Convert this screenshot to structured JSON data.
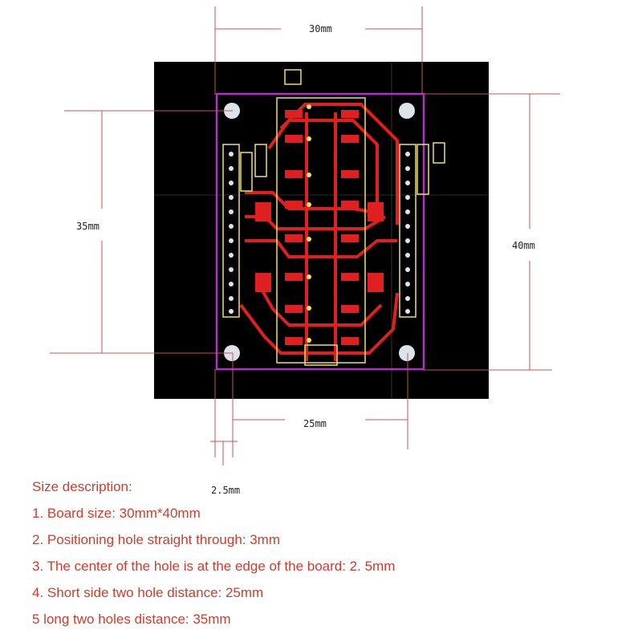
{
  "colors": {
    "board": "#000000",
    "outline": "#b030c8",
    "trace": "#e02020",
    "silk": "#f0e060",
    "hole": "#dde3ea",
    "dim_line": "#d05050",
    "text_accent": "#d43a2a"
  },
  "dimensions": {
    "top": "30mm",
    "left": "35mm",
    "right": "40mm",
    "bottom": "25mm",
    "edge": "2.5mm"
  },
  "notes": {
    "title": "Size description:",
    "items": [
      "1. Board size: 30mm*40mm",
      "2. Positioning hole straight through: 3mm",
      "3. The center of the hole is at the edge of the board: 2. 5mm",
      "4. Short side two hole distance: 25mm",
      "5 long two holes distance: 35mm"
    ]
  }
}
